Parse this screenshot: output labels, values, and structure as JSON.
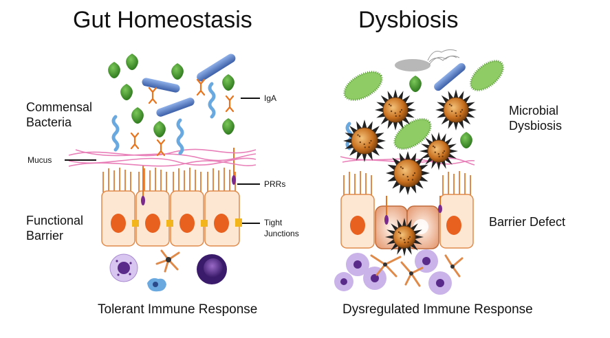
{
  "panels": {
    "left": {
      "title": "Gut Homeostasis",
      "labels": {
        "commensal_line1": "Commensal",
        "commensal_line2": "Bacteria",
        "mucus": "Mucus",
        "iga": "IgA",
        "prrs": "PRRs",
        "functional_line1": "Functional",
        "functional_line2": "Barrier",
        "tight_line1": "Tight",
        "tight_line2": "Junctions"
      },
      "caption": "Tolerant Immune  Response"
    },
    "right": {
      "title": "Dysbiosis",
      "labels": {
        "microbial_line1": "Microbial",
        "microbial_line2": "Dysbiosis",
        "barrier_defect": "Barrier Defect"
      },
      "caption": "Dysregulated Immune  Response"
    }
  },
  "colors": {
    "mucus": "#e87fb8",
    "cell_fill": "#fde6d2",
    "cell_stroke": "#e08a4a",
    "nucleus": "#e8611f",
    "tight_junction": "#f2b51c",
    "commensal_green": "#4c9a2a",
    "rod_blue": "#5b7fc2",
    "spiral_blue": "#6aa8e0",
    "iga": "#e8751e",
    "pathogen_body": "#c8701f",
    "pathogen_spike": "#222222",
    "pathogen_green": "#8fcc66",
    "immune_purple": "#5a2a8a",
    "immune_lavender": "#c9b3e8"
  },
  "icons": [
    "green-bacterium-icon",
    "rod-bacterium-icon",
    "spiral-bacterium-icon",
    "iga-antibody-icon",
    "spiky-pathogen-icon",
    "epithelial-cell-icon",
    "immune-cell-icon",
    "dendritic-cell-icon"
  ]
}
